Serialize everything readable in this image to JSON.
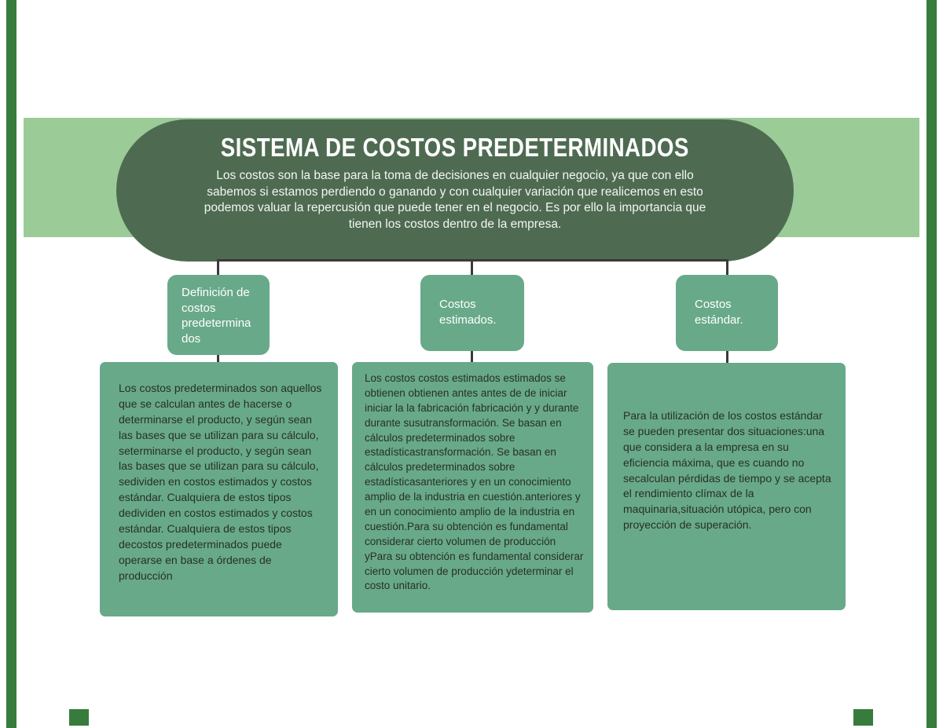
{
  "diagram": {
    "title": "SISTEMA DE COSTOS PREDETERMINADOS",
    "intro": "Los costos son la base para la toma de decisiones en cualquier negocio, ya que con ello sabemos si estamos perdiendo o ganando y con cualquier variación que realicemos en esto podemos valuar la repercusión que puede tener en el negocio. Es por ello la importancia que tienen los costos dentro de la empresa.",
    "branches": [
      {
        "label": "Definición de costos predetermina dos",
        "detail": "Los costos predeterminados son aquellos que se calculan antes de hacerse o determinarse el producto, y según sean las bases que se utilizan para su cálculo, seterminarse el producto, y según sean las bases que se utilizan para su cálculo, sedividen en costos estimados y costos estándar. Cualquiera de estos tipos dedividen en costos estimados y costos estándar. Cualquiera de estos tipos decostos predeterminados puede operarse en base a órdenes de producción"
      },
      {
        "label": "Costos estimados.",
        "detail": "Los costos costos estimados estimados se obtienen obtienen antes antes de de iniciar iniciar la la fabricación fabricación y y durante durante susutransformación. Se basan en cálculos predeterminados sobre estadísticastransformación. Se basan en cálculos predeterminados sobre estadísticasanteriores y en un conocimiento amplio de la industria en cuestión.anteriores y en un conocimiento amplio de la industria en cuestión.Para su obtención es fundamental considerar cierto volumen de producción yPara su obtención es fundamental considerar cierto volumen de producción ydeterminar el costo unitario."
      },
      {
        "label": "Costos estándar.",
        "detail": "Para la utilización de los costos estándar se pueden presentar dos situaciones:una que considera a la empresa en su eficiencia máxima, que es cuando no secalculan pérdidas de tiempo y se acepta el rendimiento clímax de la maquinaria,situación utópica, pero con proyección de superación."
      }
    ]
  },
  "colors": {
    "edge_bar_green": "#377c3c",
    "band_light_green": "#9bcb97",
    "pill_dark_green": "#4e6b51",
    "node_green": "#68a989",
    "connector_gray": "#3a3a3a",
    "body_text": "#273029",
    "header_text": "#ffffff"
  }
}
